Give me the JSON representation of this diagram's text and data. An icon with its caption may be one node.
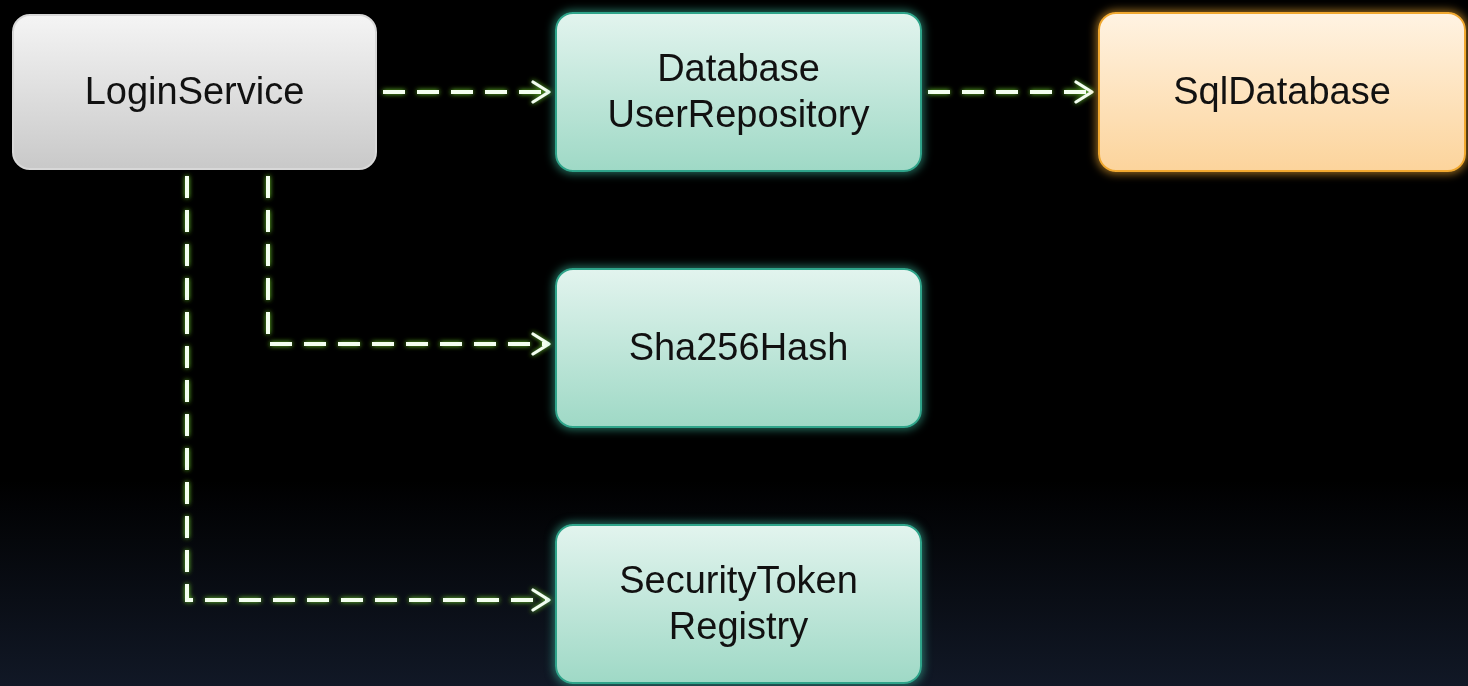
{
  "diagram": {
    "nodes": [
      {
        "text": [
          "LoginService"
        ]
      },
      {
        "text": [
          "Database UserRepository"
        ]
      },
      {
        "text": [
          "SqlDatabase"
        ]
      },
      {
        "text": [
          "Sha256Hash"
        ]
      },
      {
        "text": [
          "SecurityToken Registry"
        ]
      }
    ],
    "edges": [
      {
        "from": 0,
        "to": 1,
        "arrow": "to",
        "style": "dashed"
      },
      {
        "from": 1,
        "to": 2,
        "arrow": "to",
        "style": "dashed"
      },
      {
        "from": 0,
        "to": 3,
        "arrow": "to",
        "style": "dashed"
      },
      {
        "from": 0,
        "to": 4,
        "arrow": "to",
        "style": "dashed"
      }
    ]
  }
}
